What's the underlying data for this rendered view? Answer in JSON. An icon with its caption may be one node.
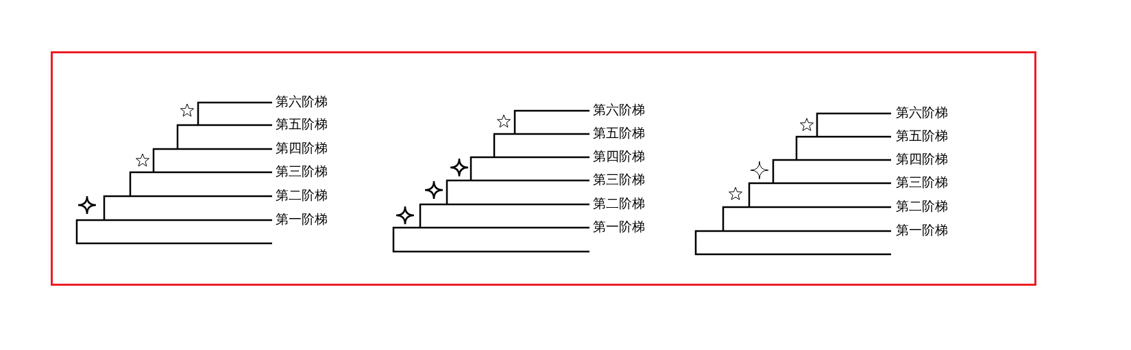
{
  "diagram": {
    "labels": [
      "第六阶梯",
      "第五阶梯",
      "第四阶梯",
      "第三阶梯",
      "第二阶梯",
      "第一阶梯",
      "第六阶梯",
      "第五阶梯",
      "第四阶梯",
      "第三阶梯",
      "第二阶梯",
      "第一阶梯",
      "第六阶梯",
      "第五阶梯",
      "第四阶梯",
      "第三阶梯",
      "第二阶梯",
      "第一阶梯"
    ]
  }
}
